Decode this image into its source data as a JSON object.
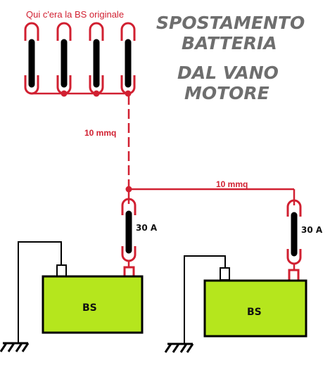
{
  "title": {
    "line1": "SPOSTAMENTO",
    "line2": "BATTERIA",
    "line3": "DAL VANO",
    "line4": "MOTORE"
  },
  "labels": {
    "original_location": "Qui c'era la BS originale",
    "cable_vertical": "10 mmq",
    "cable_horizontal": "10 mmq",
    "fuse_left": "30 A",
    "fuse_right": "30 A",
    "battery_left": "BS",
    "battery_right": "BS"
  },
  "colors": {
    "wire_positive": "#d12031",
    "wire_negative": "#000000",
    "battery_fill": "#b5e61d",
    "title_text": "#6e6e6e"
  },
  "icons": [
    "fuse-icon",
    "ground-icon",
    "battery-icon",
    "junction-dot-icon"
  ]
}
